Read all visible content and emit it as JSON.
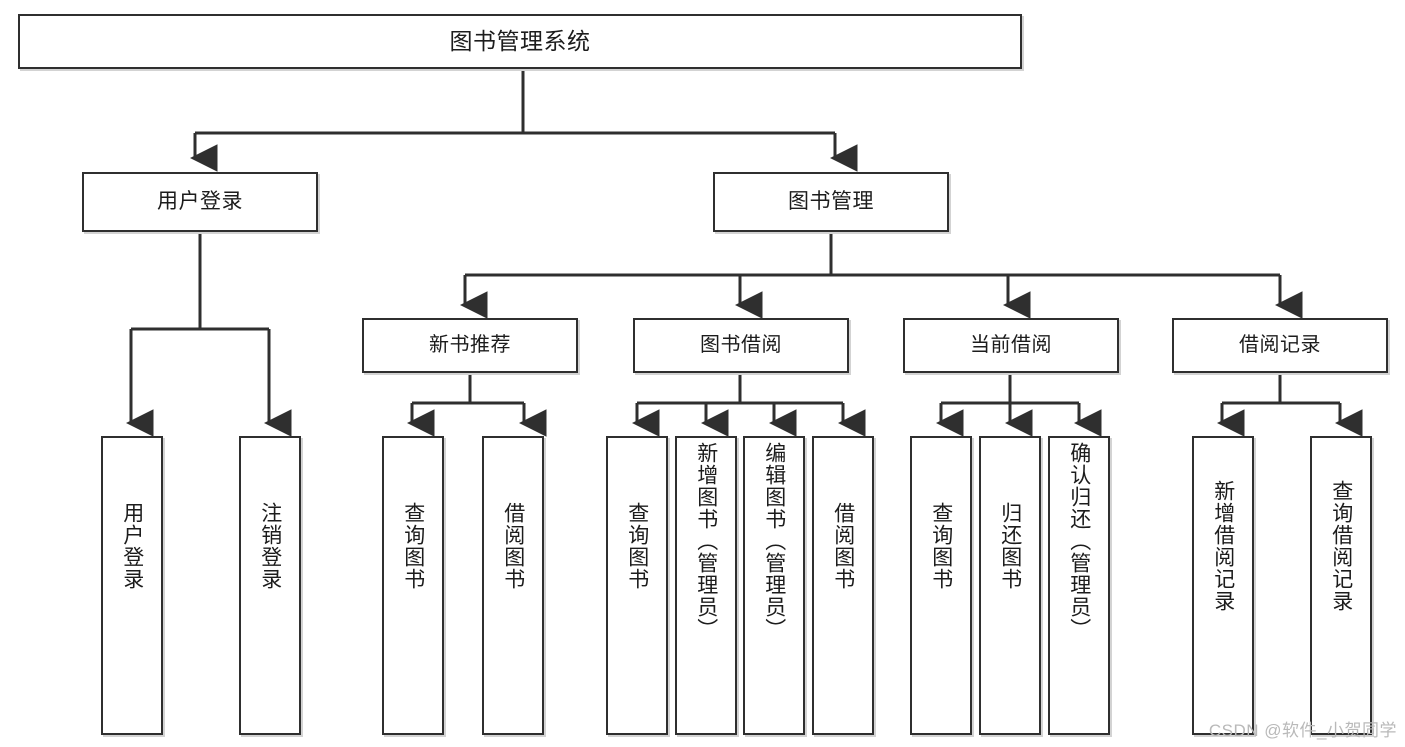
{
  "diagram": {
    "type": "tree-hierarchy",
    "title": "图书管理系统",
    "watermark": "CSDN @软件_小贺同学",
    "colors": {
      "border": "#2f2f2f",
      "shadow": "#d3d3d3",
      "background": "#ffffff",
      "text": "#1c1c1c",
      "watermark": "#b9b9b9"
    },
    "nodes": {
      "root": "图书管理系统",
      "user_login": "用户登录",
      "book_manage": "图书管理",
      "new_book_rec": "新书推荐",
      "book_borrow": "图书借阅",
      "current_borrow": "当前借阅",
      "borrow_record": "借阅记录",
      "leaf_user_login": "用户登录",
      "leaf_logout": "注销登录",
      "leaf_query_book_1": "查询图书",
      "leaf_borrow_book_1": "借阅图书",
      "leaf_query_book_2": "查询图书",
      "leaf_add_book": "新增图书（管理员）",
      "leaf_edit_book": "编辑图书（管理员）",
      "leaf_borrow_book_2": "借阅图书",
      "leaf_query_book_3": "查询图书",
      "leaf_return_book": "归还图书",
      "leaf_confirm_return": "确认归还（管理员）",
      "leaf_add_record": "新增借阅记录",
      "leaf_query_record": "查询借阅记录"
    },
    "edges": [
      {
        "from": "root",
        "to": "user_login"
      },
      {
        "from": "root",
        "to": "book_manage"
      },
      {
        "from": "user_login",
        "to": "leaf_user_login"
      },
      {
        "from": "user_login",
        "to": "leaf_logout"
      },
      {
        "from": "book_manage",
        "to": "new_book_rec"
      },
      {
        "from": "book_manage",
        "to": "book_borrow"
      },
      {
        "from": "book_manage",
        "to": "current_borrow"
      },
      {
        "from": "book_manage",
        "to": "borrow_record"
      },
      {
        "from": "new_book_rec",
        "to": "leaf_query_book_1"
      },
      {
        "from": "new_book_rec",
        "to": "leaf_borrow_book_1"
      },
      {
        "from": "book_borrow",
        "to": "leaf_query_book_2"
      },
      {
        "from": "book_borrow",
        "to": "leaf_add_book"
      },
      {
        "from": "book_borrow",
        "to": "leaf_edit_book"
      },
      {
        "from": "book_borrow",
        "to": "leaf_borrow_book_2"
      },
      {
        "from": "current_borrow",
        "to": "leaf_query_book_3"
      },
      {
        "from": "current_borrow",
        "to": "leaf_return_book"
      },
      {
        "from": "current_borrow",
        "to": "leaf_confirm_return"
      },
      {
        "from": "borrow_record",
        "to": "leaf_add_record"
      },
      {
        "from": "borrow_record",
        "to": "leaf_query_record"
      }
    ]
  }
}
